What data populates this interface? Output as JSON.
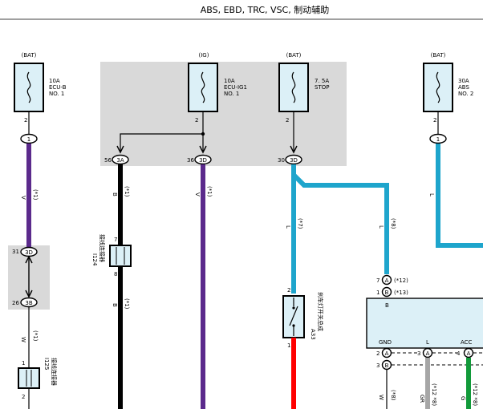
{
  "header": {
    "title": "ABS, EBD, TRC, VSC, 制动辅助"
  },
  "colors": {
    "violet": "#5b2a8c",
    "black": "#000000",
    "light_blue": "#1ea5cc",
    "red": "#ff0000",
    "gray": "#a6a6a6",
    "green": "#129a3a",
    "relay_area": "#d9d9d9",
    "ecu_fill": "#dcf0f7"
  },
  "fuses": [
    {
      "source": "(BAT)",
      "label1": "10A",
      "label2": "ECU-B",
      "label3": "NO. 1",
      "pin": "2",
      "conn": "1"
    },
    {
      "source": "(IG)",
      "label1": "10A",
      "label2": "ECU-IG1",
      "label3": "NO. 1",
      "pin": "2"
    },
    {
      "source": "(BAT)",
      "label1": "7. 5A",
      "label2": "STOP",
      "label3": "",
      "pin": "2"
    },
    {
      "source": "(BAT)",
      "label1": "30A",
      "label2": "ABS",
      "label3": "NO. 2",
      "pin": "2",
      "conn": "1"
    }
  ],
  "junctions": {
    "j1": {
      "num": "56",
      "tag": "3A"
    },
    "j2": {
      "num": "36",
      "tag": "3D"
    },
    "j3": {
      "num": "30",
      "tag": "3D"
    }
  },
  "left_connector": {
    "top_num": "31",
    "top_tag": "3D",
    "bottom_num": "26",
    "bottom_tag": "3B",
    "wire_upper": "V",
    "wire_upper_note": "(*1)",
    "wire_lower": "W",
    "wire_lower_note": "(*1)"
  },
  "i125": {
    "id": "I125",
    "name": "接线连接器",
    "pin_top": "1",
    "pin_bottom": "2"
  },
  "i124": {
    "id": "I124",
    "name": "接线连接器",
    "pin_top": "7",
    "pin_bottom": "8"
  },
  "wire_b": {
    "upper": "B",
    "upper_note": "(*1)",
    "lower": "B",
    "lower_note": "(*1)"
  },
  "wire_v2": {
    "label": "V",
    "note": "(*1)"
  },
  "wire_l_left": {
    "label": "L",
    "note": "(*7)"
  },
  "wire_l_right": {
    "label": "L",
    "note": "(*8)"
  },
  "wire_l_far": {
    "label": "L"
  },
  "a33": {
    "id": "A33",
    "name": "刹车灯开关总成",
    "pin_top": "2",
    "pin_bottom": "1"
  },
  "ecu": {
    "title": "B",
    "pin_a_num": "7",
    "pin_a_tag": "A",
    "pin_a_note": "(*12)",
    "pin_b_num": "1",
    "pin_b_tag": "B",
    "pin_b_note": "(*13)",
    "gnd": "GND",
    "l": "L",
    "acc": "ACC",
    "gnd_a_num": "2",
    "gnd_a_tag": "A",
    "gnd_b_num": "3",
    "gnd_b_tag": "B",
    "l_num": "3",
    "l_tag": "A",
    "acc_num": "4",
    "acc_tag": "A"
  },
  "bottom_wires": {
    "w1": "W",
    "w1_note": "(*8)",
    "gr": "GR",
    "gr_note": "(*12 *8)",
    "g": "G",
    "g_note": "(*12 *8)"
  }
}
